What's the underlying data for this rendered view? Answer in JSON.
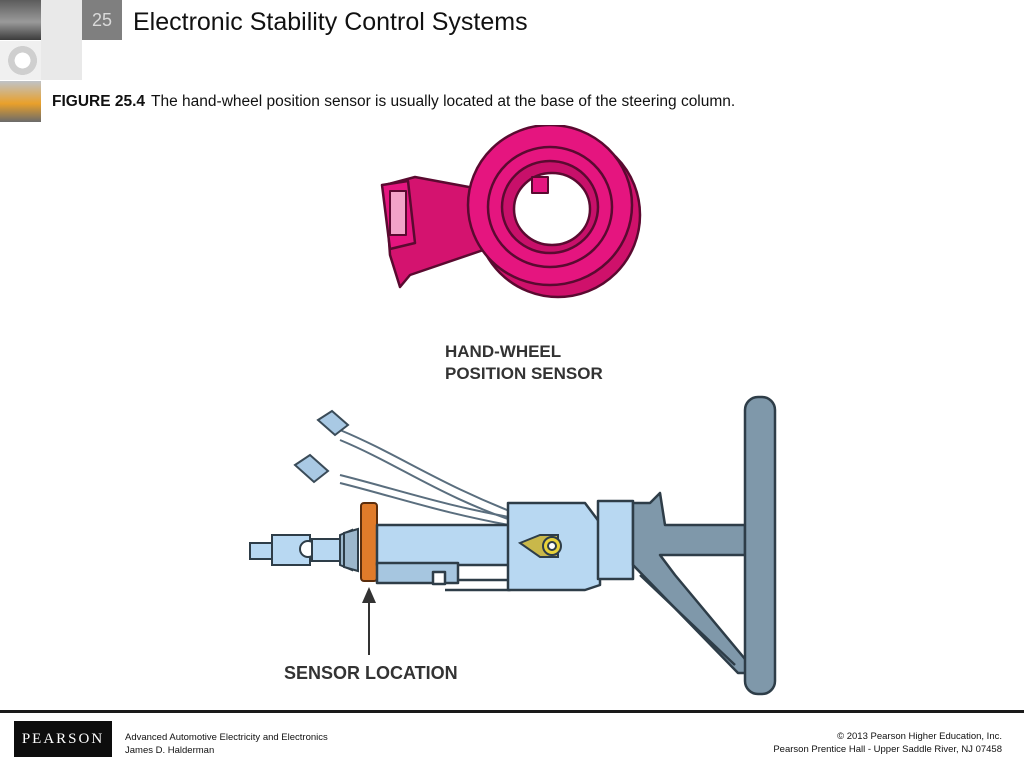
{
  "header": {
    "chapter_number": "25",
    "title": "Electronic Stability Control Systems"
  },
  "caption": {
    "figure_label": "FIGURE 25.4",
    "text": "The hand-wheel position sensor is usually located at the base of the steering column."
  },
  "figure": {
    "label_sensor_line1": "HAND-WHEEL",
    "label_sensor_line2": "POSITION SENSOR",
    "label_location": "SENSOR LOCATION",
    "colors": {
      "sensor": "#e5157f",
      "column": "#b8d8f2",
      "wheel": "#7f98aa",
      "sensor_ring": "#e07b2a"
    }
  },
  "footer": {
    "logo": "PEARSON",
    "book_title": "Advanced Automotive Electricity and Electronics",
    "author": "James D. Halderman",
    "copyright": "© 2013 Pearson Higher Education, Inc.",
    "publisher": "Pearson Prentice Hall - Upper Saddle River, NJ 07458"
  }
}
